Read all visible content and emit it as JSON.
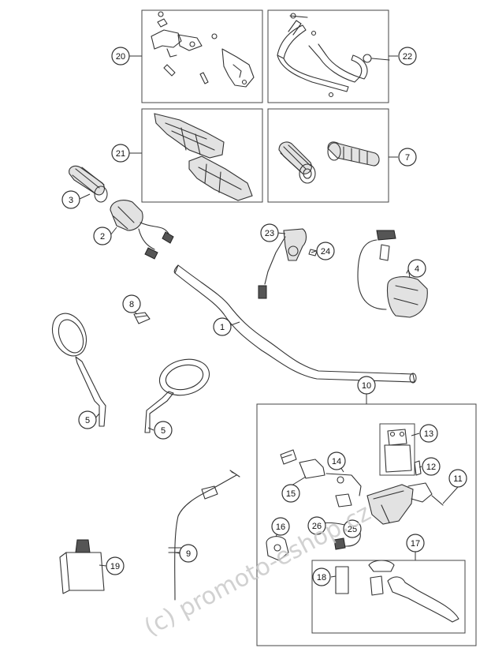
{
  "watermark": "(c) promoto-eshop.cz",
  "callouts": {
    "c1": "1",
    "c2": "2",
    "c3": "3",
    "c4": "4",
    "c5a": "5",
    "c5b": "5",
    "c7": "7",
    "c8": "8",
    "c9": "9",
    "c10": "10",
    "c11": "11",
    "c12": "12",
    "c13": "13",
    "c14": "14",
    "c15": "15",
    "c16": "16",
    "c17": "17",
    "c18": "18",
    "c19": "19",
    "c20": "20",
    "c21": "21",
    "c22": "22",
    "c23": "23",
    "c24": "24",
    "c25": "25",
    "c26": "26"
  }
}
